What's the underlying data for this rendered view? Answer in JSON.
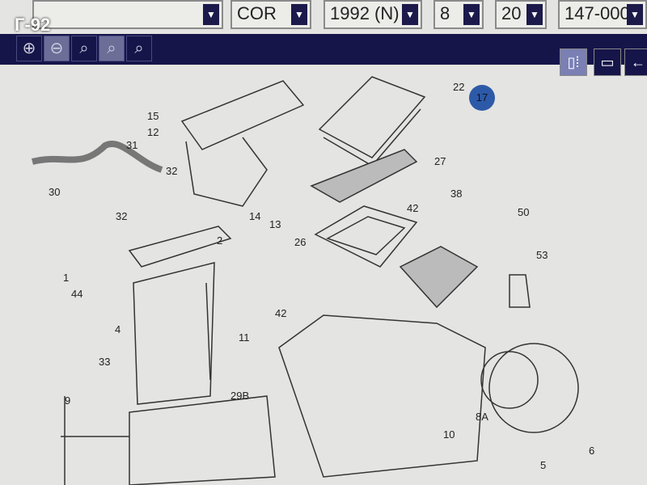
{
  "selectors": [
    {
      "value": ""
    },
    {
      "value": "COR"
    },
    {
      "value": "1992 (N)"
    },
    {
      "value": "8"
    },
    {
      "value": "20"
    },
    {
      "value": "147-000"
    }
  ],
  "overlay_tag": "Г-92",
  "toolbar": {
    "zoom_buttons": [
      "zoom-in-icon",
      "zoom-out-icon",
      "zoom-area-icon",
      "zoom-100-icon",
      "zoom-fit-icon"
    ],
    "right_buttons": [
      "split-view-icon",
      "layout-icon",
      "back-arrow-icon"
    ]
  },
  "diagram": {
    "callouts": [
      "15",
      "12",
      "31",
      "32",
      "30",
      "32",
      "14",
      "13",
      "2",
      "1",
      "44",
      "4",
      "11",
      "33",
      "9",
      "29B",
      "22",
      "17",
      "27",
      "38",
      "42",
      "50",
      "26",
      "53",
      "42",
      "8A",
      "10",
      "5",
      "6"
    ]
  },
  "colors": {
    "toolbar": "#16154a",
    "badge": "#2d5aa8"
  }
}
